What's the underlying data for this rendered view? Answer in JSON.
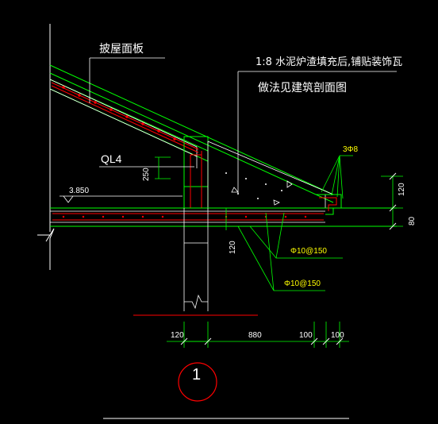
{
  "labels": {
    "roof_slab": "披屋面板",
    "note_line1": "1:8 水泥炉渣填充后,铺贴装饰瓦",
    "note_line2": "做法见建筑剖面图",
    "beam": "QL4",
    "beam_height": "250",
    "elevation": "3.850",
    "rebar_top": "3Φ8",
    "rebar_1": "Φ10@150",
    "rebar_2": "Φ10@150",
    "dim_120_v_top": "120",
    "dim_80_v": "80",
    "dim_120_v_mid": "120",
    "dim_120_h": "120",
    "dim_880": "880",
    "dim_100_a": "100",
    "dim_100_b": "100",
    "section_number": "1"
  },
  "colors": {
    "background": "#000000",
    "outline": "#00ff00",
    "concrete": "#ffffff",
    "rebar": "#ff0000",
    "label_text": "#ffffff",
    "rebar_text": "#ffff00",
    "section_circle": "#ff0000"
  }
}
